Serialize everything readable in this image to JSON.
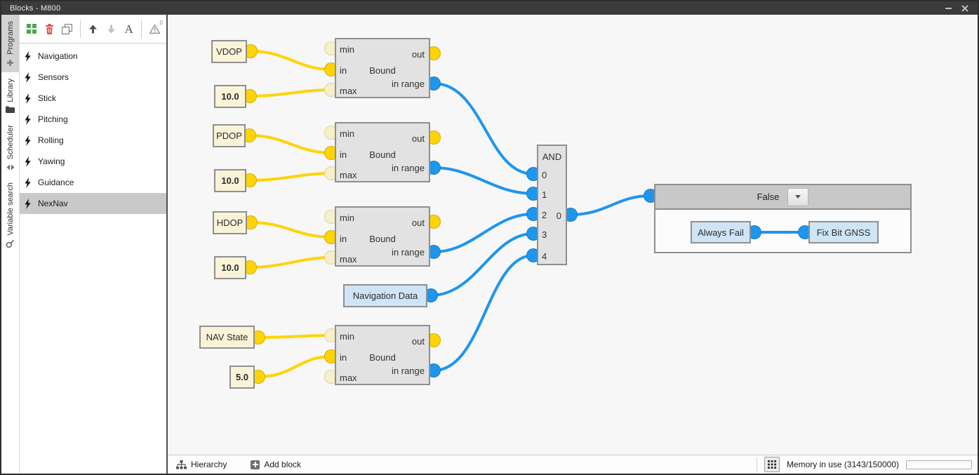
{
  "window": {
    "title": "Blocks - M800"
  },
  "sidebar": {
    "tabs": [
      {
        "label": "Programs",
        "icon": "plus-icon",
        "selected": true
      },
      {
        "label": "Library",
        "icon": "folder-icon",
        "selected": false
      },
      {
        "label": "Scheduler",
        "icon": "split-arrows-icon",
        "selected": false
      },
      {
        "label": "Variable search",
        "icon": "search-icon",
        "selected": false
      }
    ]
  },
  "toolbar": {
    "icons": [
      "grid-icon",
      "trash-icon",
      "copy-icon",
      "arrow-up-icon",
      "arrow-down-icon",
      "font-icon",
      "warning-icon"
    ],
    "font_glyph": "A",
    "warning_count": "0"
  },
  "programs": {
    "items": [
      "Navigation",
      "Sensors",
      "Stick",
      "Pitching",
      "Rolling",
      "Yawing",
      "Guidance",
      "NexNav"
    ],
    "selected": "NexNav"
  },
  "canvas": {
    "nodes": {
      "vdop": {
        "label": "VDOP"
      },
      "vdop_max": {
        "label": "10.0"
      },
      "pdop": {
        "label": "PDOP"
      },
      "pdop_max": {
        "label": "10.0"
      },
      "hdop": {
        "label": "HDOP"
      },
      "hdop_max": {
        "label": "10.0"
      },
      "nav_state": {
        "label": "NAV State"
      },
      "nav_min": {
        "label": "5.0"
      },
      "nav_data": {
        "label": "Navigation Data"
      }
    },
    "bound_block": {
      "title": "Bound",
      "inputs": {
        "min": "min",
        "in": "in",
        "max": "max"
      },
      "outputs": {
        "out": "out",
        "in_range": "in range"
      }
    },
    "and_block": {
      "title": "AND",
      "inputs": [
        "0",
        "1",
        "2",
        "3",
        "4"
      ],
      "output": "0"
    },
    "false_group": {
      "selected_option": "False",
      "blocks": {
        "always_fail": "Always Fail",
        "fix_bit_gnss": "Fix Bit GNSS"
      }
    },
    "connections": [
      {
        "from": "VDOP.out",
        "to": "Bound1.in"
      },
      {
        "from": "10.0.out",
        "to": "Bound1.max"
      },
      {
        "from": "PDOP.out",
        "to": "Bound2.in"
      },
      {
        "from": "10.0.out",
        "to": "Bound2.max"
      },
      {
        "from": "HDOP.out",
        "to": "Bound3.in"
      },
      {
        "from": "10.0.out",
        "to": "Bound3.max"
      },
      {
        "from": "NAV State.out",
        "to": "Bound4.min"
      },
      {
        "from": "5.0.out",
        "to": "Bound4.in"
      },
      {
        "from": "Bound1.in range",
        "to": "AND.0"
      },
      {
        "from": "Bound2.in range",
        "to": "AND.1"
      },
      {
        "from": "Bound3.in range",
        "to": "AND.2"
      },
      {
        "from": "Navigation Data.out",
        "to": "AND.3"
      },
      {
        "from": "Bound4.in range",
        "to": "AND.4"
      },
      {
        "from": "AND.0",
        "to": "FalseGroup.in"
      },
      {
        "from": "Always Fail.out",
        "to": "Fix Bit GNSS.in"
      }
    ]
  },
  "statusbar": {
    "hierarchy": "Hierarchy",
    "add_block": "Add block",
    "memory": "Memory in use (3143/150000)"
  },
  "colors": {
    "wire_yellow": "#ffd400",
    "wire_blue": "#1e96ed",
    "port_pale": "#f6efc7",
    "node_yellow_bg": "#faf3d8",
    "node_blue_bg": "#cfe5f7",
    "block_bg": "#e2e2e2",
    "block_border": "#8f8f8f",
    "selection_bg": "#c9c9c9",
    "titlebar_bg": "#3b3b3b"
  }
}
